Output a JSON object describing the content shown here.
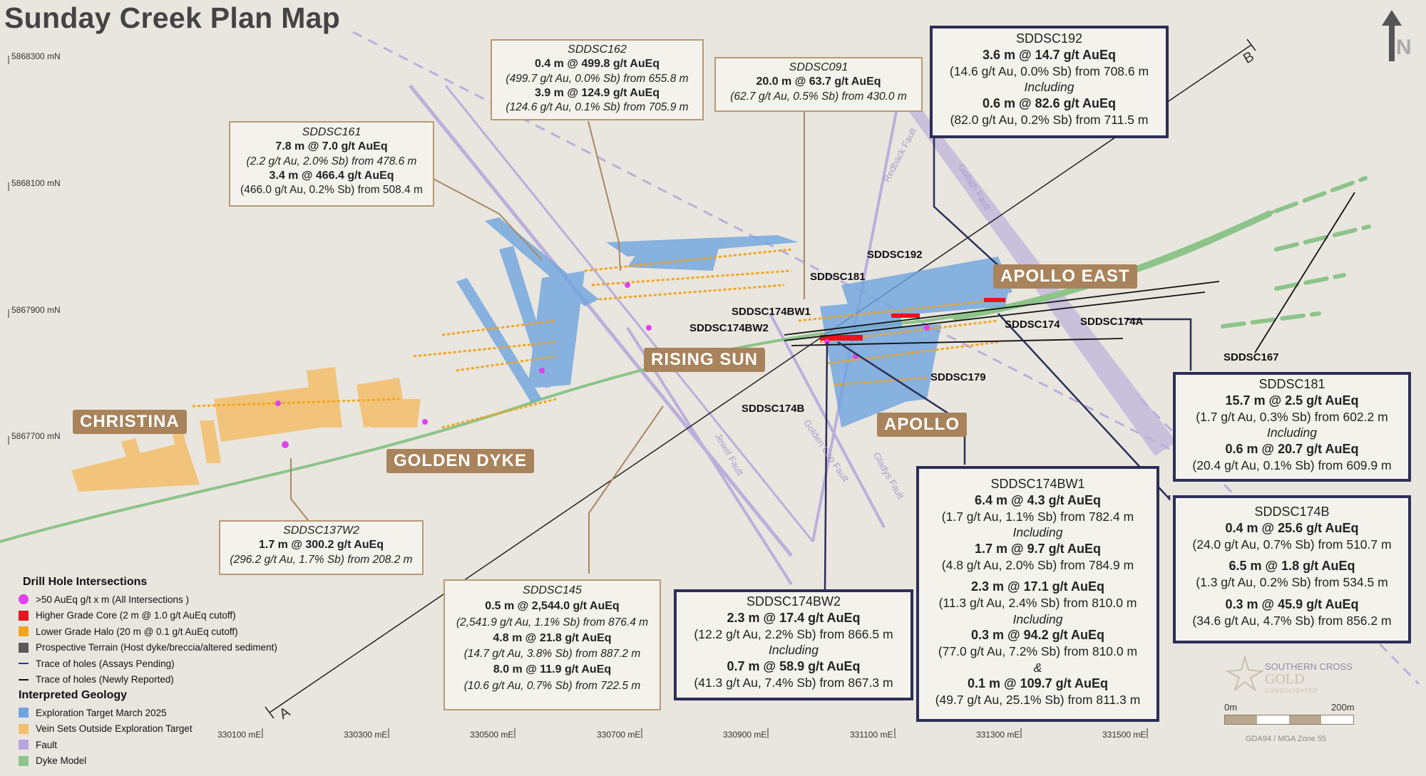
{
  "title": "Sunday Creek Plan Map",
  "northing_ticks": [
    "5868300 mN",
    "5868100 mN",
    "5867900 mN",
    "5867700 mN"
  ],
  "easting_ticks": [
    "330100 mE",
    "330300 mE",
    "330500 mE",
    "330700 mE",
    "330900 mE",
    "331100 mE",
    "331300 mE",
    "331500 mE"
  ],
  "section_labels": {
    "a": "A",
    "b": "B"
  },
  "north_label": "N",
  "areas": {
    "christina": "CHRISTINA",
    "golden_dyke": "GOLDEN DYKE",
    "rising_sun": "RISING SUN",
    "apollo": "APOLLO",
    "apollo_east": "APOLLO EAST"
  },
  "hole_labels": {
    "sddsc192": "SDDSC192",
    "sddsc181": "SDDSC181",
    "sddsc174bw1": "SDDSC174BW1",
    "sddsc174bw2": "SDDSC174BW2",
    "sddsc174": "SDDSC174",
    "sddsc174a": "SDDSC174A",
    "sddsc179": "SDDSC179",
    "sddsc174b": "SDDSC174B",
    "sddsc167": "SDDSC167"
  },
  "faults": {
    "redback": "Redback Fault",
    "goliath": "Goliath Fault",
    "jewel": "Jewel Fault",
    "golden_cap": "Golden Cap Fault",
    "gladys": "Gladys Fault"
  },
  "boxes": {
    "sddsc162": {
      "title": "SDDSC162",
      "l1": "0.4 m @ 499.8 g/t AuEq",
      "l2": "(499.7 g/t Au, 0.0% Sb) from 655.8 m",
      "l3": "3.9 m @ 124.9 g/t AuEq",
      "l4": "(124.6 g/t Au, 0.1% Sb) from 705.9 m"
    },
    "sddsc091": {
      "title": "SDDSC091",
      "l1": "20.0 m @ 63.7 g/t AuEq",
      "l2": "(62.7 g/t Au, 0.5% Sb) from 430.0 m"
    },
    "sddsc161": {
      "title": "SDDSC161",
      "l1": "7.8 m @ 7.0 g/t AuEq",
      "l2": "(2.2 g/t Au, 2.0% Sb) from 478.6 m",
      "l3": "3.4 m @ 466.4 g/t AuEq",
      "l4": "(466.0 g/t Au, 0.2% Sb) from 508.4 m"
    },
    "sddsc192": {
      "title": "SDDSC192",
      "l1": "3.6 m @ 14.7 g/t AuEq",
      "l2": "(14.6 g/t Au, 0.0% Sb) from 708.6 m",
      "inc": "Including",
      "l3": "0.6 m @ 82.6 g/t AuEq",
      "l4": "(82.0 g/t Au, 0.2% Sb) from 711.5 m"
    },
    "sddsc181": {
      "title": "SDDSC181",
      "l1": "15.7 m @ 2.5 g/t AuEq",
      "l2": "(1.7 g/t Au, 0.3% Sb) from 602.2 m",
      "inc": "Including",
      "l3": "0.6 m @ 20.7 g/t AuEq",
      "l4": "(20.4 g/t Au, 0.1% Sb) from 609.9 m"
    },
    "sddsc174b": {
      "title": "SDDSC174B",
      "l1": "0.4 m @ 25.6 g/t AuEq",
      "l2": "(24.0 g/t Au, 0.7% Sb) from 510.7 m",
      "l3": "6.5 m @ 1.8 g/t AuEq",
      "l4": "(1.3 g/t Au, 0.2% Sb) from 534.5 m",
      "l5": "0.3 m @ 45.9 g/t AuEq",
      "l6": "(34.6 g/t Au, 4.7% Sb) from 856.2 m"
    },
    "sddsc174bw1": {
      "title": "SDDSC174BW1",
      "l1": "6.4 m @ 4.3 g/t AuEq",
      "l2": "(1.7 g/t Au, 1.1% Sb) from 782.4 m",
      "inc1": "Including",
      "l3": "1.7 m @ 9.7 g/t AuEq",
      "l4": "(4.8 g/t Au, 2.0% Sb) from 784.9 m",
      "l5": "2.3 m @ 17.1 g/t AuEq",
      "l6": "(11.3 g/t Au, 2.4% Sb) from 810.0 m",
      "inc2": "Including",
      "l7": "0.3 m @ 94.2 g/t AuEq",
      "l8": "(77.0 g/t Au, 7.2% Sb) from 810.0 m",
      "amp": "&",
      "l9": "0.1 m @ 109.7 g/t AuEq",
      "l10": "(49.7 g/t Au, 25.1% Sb) from 811.3 m"
    },
    "sddsc174bw2": {
      "title": "SDDSC174BW2",
      "l1": "2.3 m @ 17.4 g/t AuEq",
      "l2": "(12.2 g/t Au, 2.2% Sb) from 866.5 m",
      "inc": "Including",
      "l3": "0.7 m @ 58.9 g/t AuEq",
      "l4": "(41.3 g/t Au, 7.4% Sb) from 867.3 m"
    },
    "sddsc145": {
      "title": "SDDSC145",
      "l1": "0.5 m @ 2,544.0 g/t AuEq",
      "l2": "(2,541.9 g/t Au, 1.1% Sb) from 876.4 m",
      "l3": "4.8 m @ 21.8 g/t AuEq",
      "l4": "(14.7 g/t Au, 3.8% Sb) from 887.2 m",
      "l5": "8.0 m @ 11.9 g/t AuEq",
      "l6": "(10.6 g/t Au, 0.7% Sb) from 722.5 m"
    },
    "sddsc137w2": {
      "title": "SDDSC137W2",
      "l1": "1.7 m @ 300.2 g/t AuEq",
      "l2": "(296.2 g/t Au, 1.7% Sb) from 208.2 m"
    }
  },
  "legend": {
    "heading1": "Drill Hole Intersections",
    "items1": [
      {
        "label": ">50 AuEq g/t x m (All Intersections )",
        "color": "#e040f0"
      },
      {
        "label": "Higher Grade Core (2 m @ 1.0 g/t AuEq cutoff)",
        "color": "#e8141c"
      },
      {
        "label": "Lower Grade Halo (20 m @ 0.1 g/t AuEq cutoff)",
        "color": "#f4a41c"
      },
      {
        "label": "Prospective Terrain (Host dyke/breccia/altered sediment)",
        "color": "#5a5a5a"
      },
      {
        "label": "Trace of holes (Assays Pending)",
        "color": "#2a3a9a"
      },
      {
        "label": "Trace of holes (Newly Reported)",
        "color": "#111111"
      }
    ],
    "heading2": "Interpreted Geology",
    "items2": [
      {
        "label": "Exploration Target March 2025",
        "color": "#6fa5de"
      },
      {
        "label": "Vein Sets Outside Exploration Target",
        "color": "#f4c070"
      },
      {
        "label": "Fault",
        "color": "#b4a6dc"
      },
      {
        "label": "Dyke Model",
        "color": "#8cc48a"
      }
    ]
  },
  "scale": {
    "start": "0m",
    "end": "200m",
    "datum": "GDA94 / MGA Zone 55"
  },
  "logo": {
    "line1": "SOUTHERN CROSS",
    "line2": "GOLD",
    "line3": "CONSOLIDATED"
  },
  "colors": {
    "box_border": "#b89a73",
    "box_border_navy": "#2b2f57",
    "area_label": "#a9835b",
    "fault": "#b4a6dc",
    "dyke": "#8cc48a",
    "target": "#6fa5de",
    "halo": "#f4a41c",
    "core": "#e8141c",
    "highlight": "#e040f0"
  }
}
